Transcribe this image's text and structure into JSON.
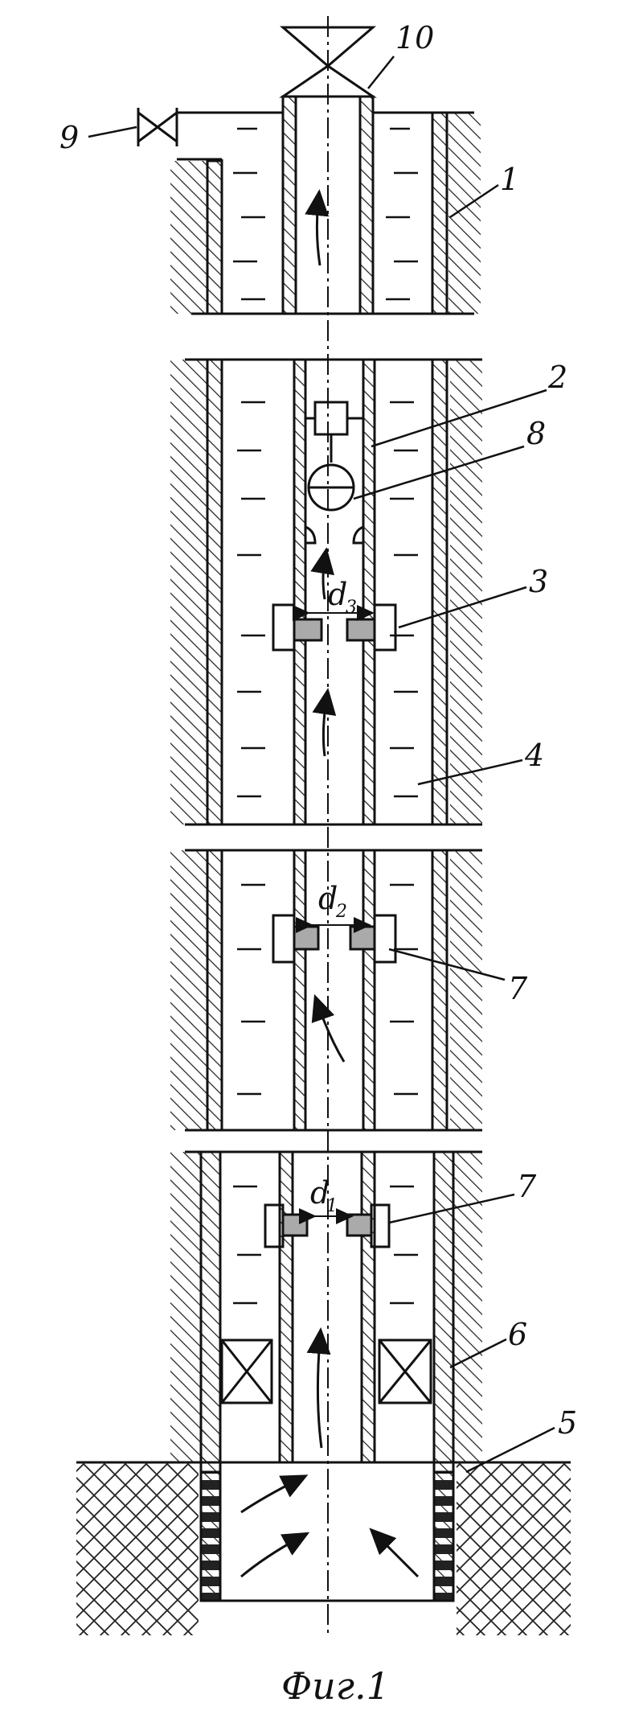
{
  "figure": {
    "caption": "Фиг.1",
    "ink_color": "#111111",
    "hatch_color": "#222222",
    "background": "#ffffff"
  },
  "labels": {
    "l1": "1",
    "l2": "2",
    "l3": "3",
    "l4": "4",
    "l5": "5",
    "l6": "6",
    "l7a": "7",
    "l7b": "7",
    "l8": "8",
    "l9": "9",
    "l10": "10"
  },
  "diameters": {
    "d1": {
      "base": "d",
      "sub": "1"
    },
    "d2": {
      "base": "d",
      "sub": "2"
    },
    "d3": {
      "base": "d",
      "sub": "3"
    }
  }
}
